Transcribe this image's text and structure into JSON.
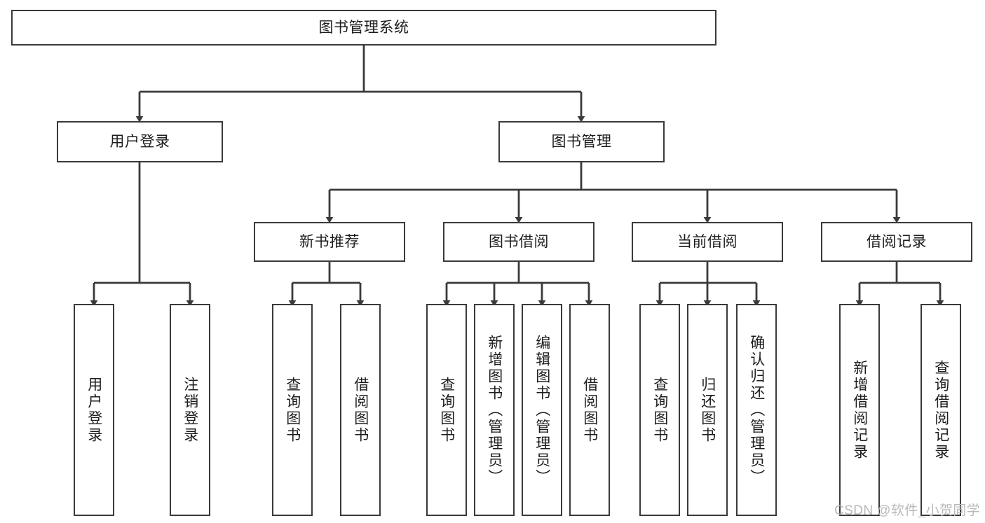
{
  "diagram": {
    "title": "图书管理系统",
    "type": "hierarchy-tree",
    "background_color": "#ffffff",
    "stroke_color": "#3a3a3a",
    "text_color": "#1d1d1d",
    "watermark": "CSDN @软件_小贺同学",
    "levels": {
      "root": {
        "label": "图书管理系统"
      },
      "level1": [
        {
          "label": "用户登录"
        },
        {
          "label": "图书管理"
        }
      ],
      "level2": [
        {
          "label": "新书推荐"
        },
        {
          "label": "图书借阅"
        },
        {
          "label": "当前借阅"
        },
        {
          "label": "借阅记录"
        }
      ],
      "leaves_user_login": [
        {
          "label": "用户登录"
        },
        {
          "label": "注销登录"
        }
      ],
      "leaves_new_book": [
        {
          "label": "查询图书"
        },
        {
          "label": "借阅图书"
        }
      ],
      "leaves_borrow": [
        {
          "label": "查询图书"
        },
        {
          "label": "新增图书（管理员）"
        },
        {
          "label": "编辑图书（管理员）"
        },
        {
          "label": "借阅图书"
        }
      ],
      "leaves_current": [
        {
          "label": "查询图书"
        },
        {
          "label": "归还图书"
        },
        {
          "label": "确认归还（管理员）"
        }
      ],
      "leaves_records": [
        {
          "label": "新增借阅记录"
        },
        {
          "label": "查询借阅记录"
        }
      ]
    }
  }
}
